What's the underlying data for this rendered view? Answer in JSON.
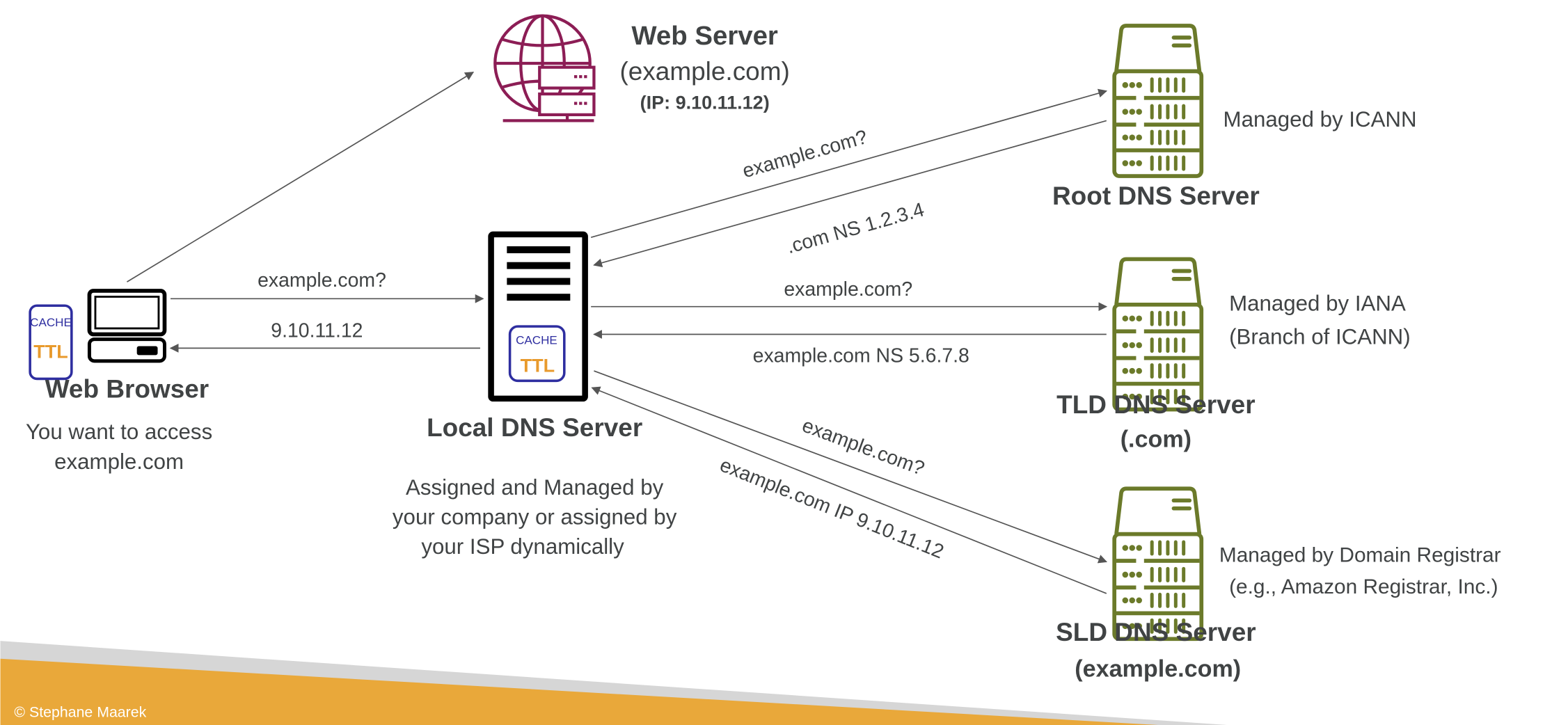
{
  "colors": {
    "text": "#404344",
    "arrow": "#555555",
    "dns_server_icon": "#6b7a2a",
    "web_server_icon": "#8c1d55",
    "cache_border": "#2e2ea0",
    "cache_text": "#2e2ea0",
    "ttl_text": "#e89a2c",
    "footer_orange": "#e9a83a",
    "footer_gray": "#d6d6d6"
  },
  "web_browser": {
    "icon": "desktop-computer-icon",
    "cache_label": "CACHE",
    "ttl_label": "TTL",
    "title": "Web Browser",
    "desc_line1": "You want to access",
    "desc_line2": "example.com"
  },
  "web_server": {
    "icon": "globe-server-icon",
    "title": "Web Server",
    "domain": "(example.com)",
    "ip": "(IP: 9.10.11.12)"
  },
  "local_dns": {
    "icon": "server-tower-icon",
    "cache_label": "CACHE",
    "ttl_label": "TTL",
    "title": "Local DNS Server",
    "desc_line1": "Assigned and Managed by",
    "desc_line2": "your company or assigned by",
    "desc_line3": "your ISP dynamically"
  },
  "root_dns": {
    "icon": "server-rack-icon",
    "title": "Root DNS Server",
    "managed": "Managed by ICANN"
  },
  "tld_dns": {
    "icon": "server-rack-icon",
    "title": "TLD DNS Server",
    "subtitle": "(.com)",
    "managed_line1": "Managed by IANA",
    "managed_line2": "(Branch of ICANN)"
  },
  "sld_dns": {
    "icon": "server-rack-icon",
    "title": "SLD DNS Server",
    "subtitle": "(example.com)",
    "managed_line1": "Managed by Domain Registrar",
    "managed_line2": "(e.g., Amazon Registrar, Inc.)"
  },
  "arrows": {
    "browser_query": "example.com?",
    "browser_answer": "9.10.11.12",
    "root_query": "example.com?",
    "root_answer": ".com NS 1.2.3.4",
    "tld_query": "example.com?",
    "tld_answer": "example.com NS 5.6.7.8",
    "sld_query": "example.com?",
    "sld_answer": "example.com IP 9.10.11.12"
  },
  "footer": {
    "copyright": "© Stephane Maarek"
  }
}
